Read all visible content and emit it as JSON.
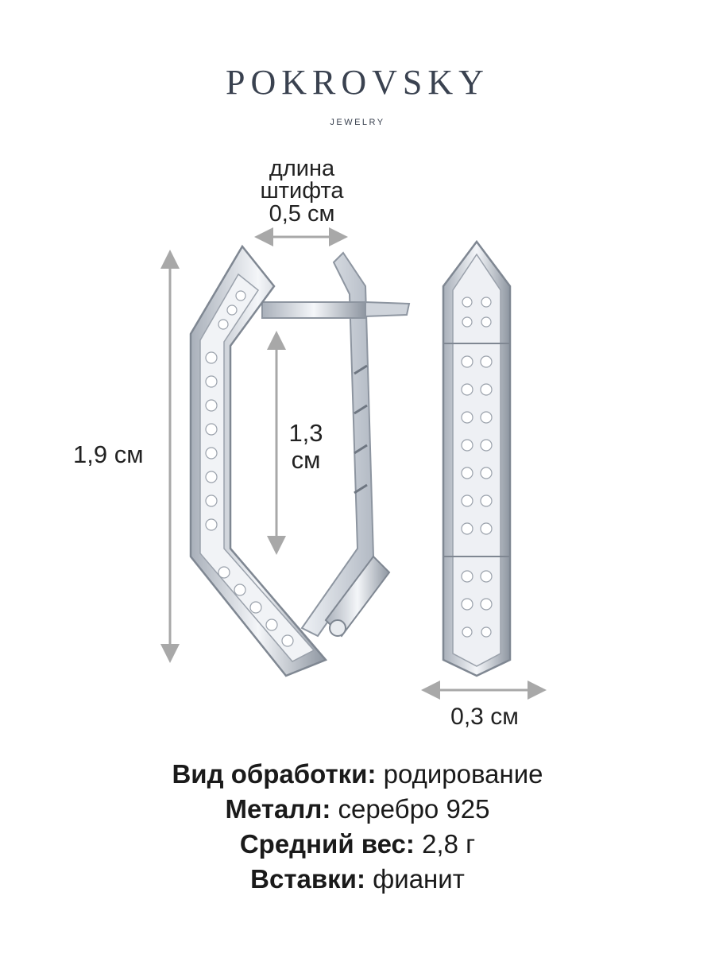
{
  "brand": {
    "name": "POKROVSKY",
    "subtitle": "JEWELRY"
  },
  "dimensions": {
    "pin_length_line1": "длина",
    "pin_length_line2": "штифта",
    "pin_length_value": "0,5 см",
    "total_height": "1,9 см",
    "inner_height_line1": "1,3",
    "inner_height_line2": "см",
    "width": "0,3 см"
  },
  "specs": [
    {
      "label": "Вид обработки:",
      "value": " родирование"
    },
    {
      "label": "Металл:",
      "value": " серебро 925"
    },
    {
      "label": "Средний вес:",
      "value": " 2,8 г"
    },
    {
      "label": "Вставки:",
      "value": " фианит"
    }
  ],
  "colors": {
    "background": "#ffffff",
    "brand_text": "#3a4250",
    "arrow": "#a8a8a8",
    "metal": "#d9dde3",
    "metal_shade": "#9aa1ab"
  }
}
